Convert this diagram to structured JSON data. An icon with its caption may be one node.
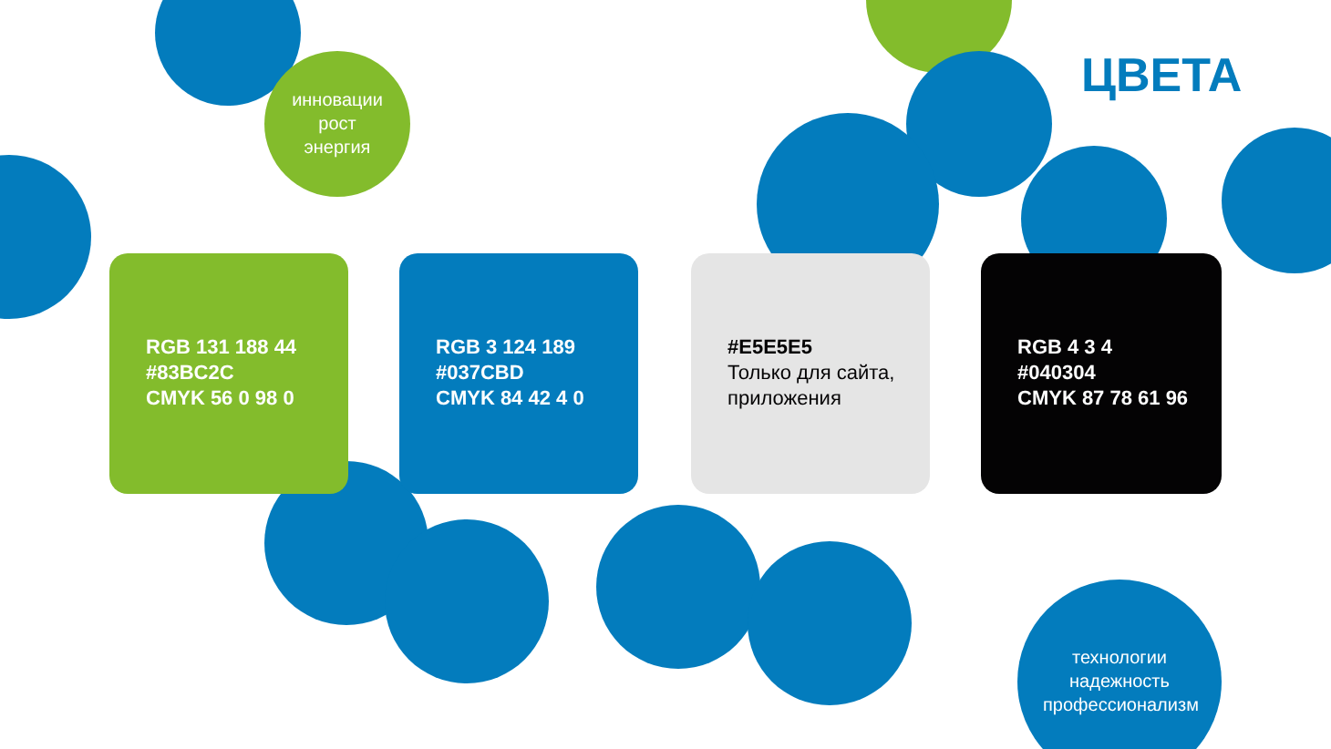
{
  "diagram": {
    "title": "ЦВЕТА",
    "nodes": [
      {
        "text": [
          "инновации рост энергия"
        ]
      },
      {
        "text": [
          "RGB 131 188 44",
          "#83BC2C",
          "CMYK 56 0 98 0"
        ]
      },
      {
        "text": [
          "RGB 3 124 189",
          "#037CBD",
          "CMYK 84 42 4 0"
        ]
      },
      {
        "text": [
          "#E5E5E5",
          "Только для сайта, приложения"
        ]
      },
      {
        "text": [
          "RGB 4 3 4",
          "#040304",
          "CMYK 87 78 61 96"
        ]
      },
      {
        "text": [
          "технологии надежность профессионализм"
        ]
      }
    ],
    "edges": []
  }
}
